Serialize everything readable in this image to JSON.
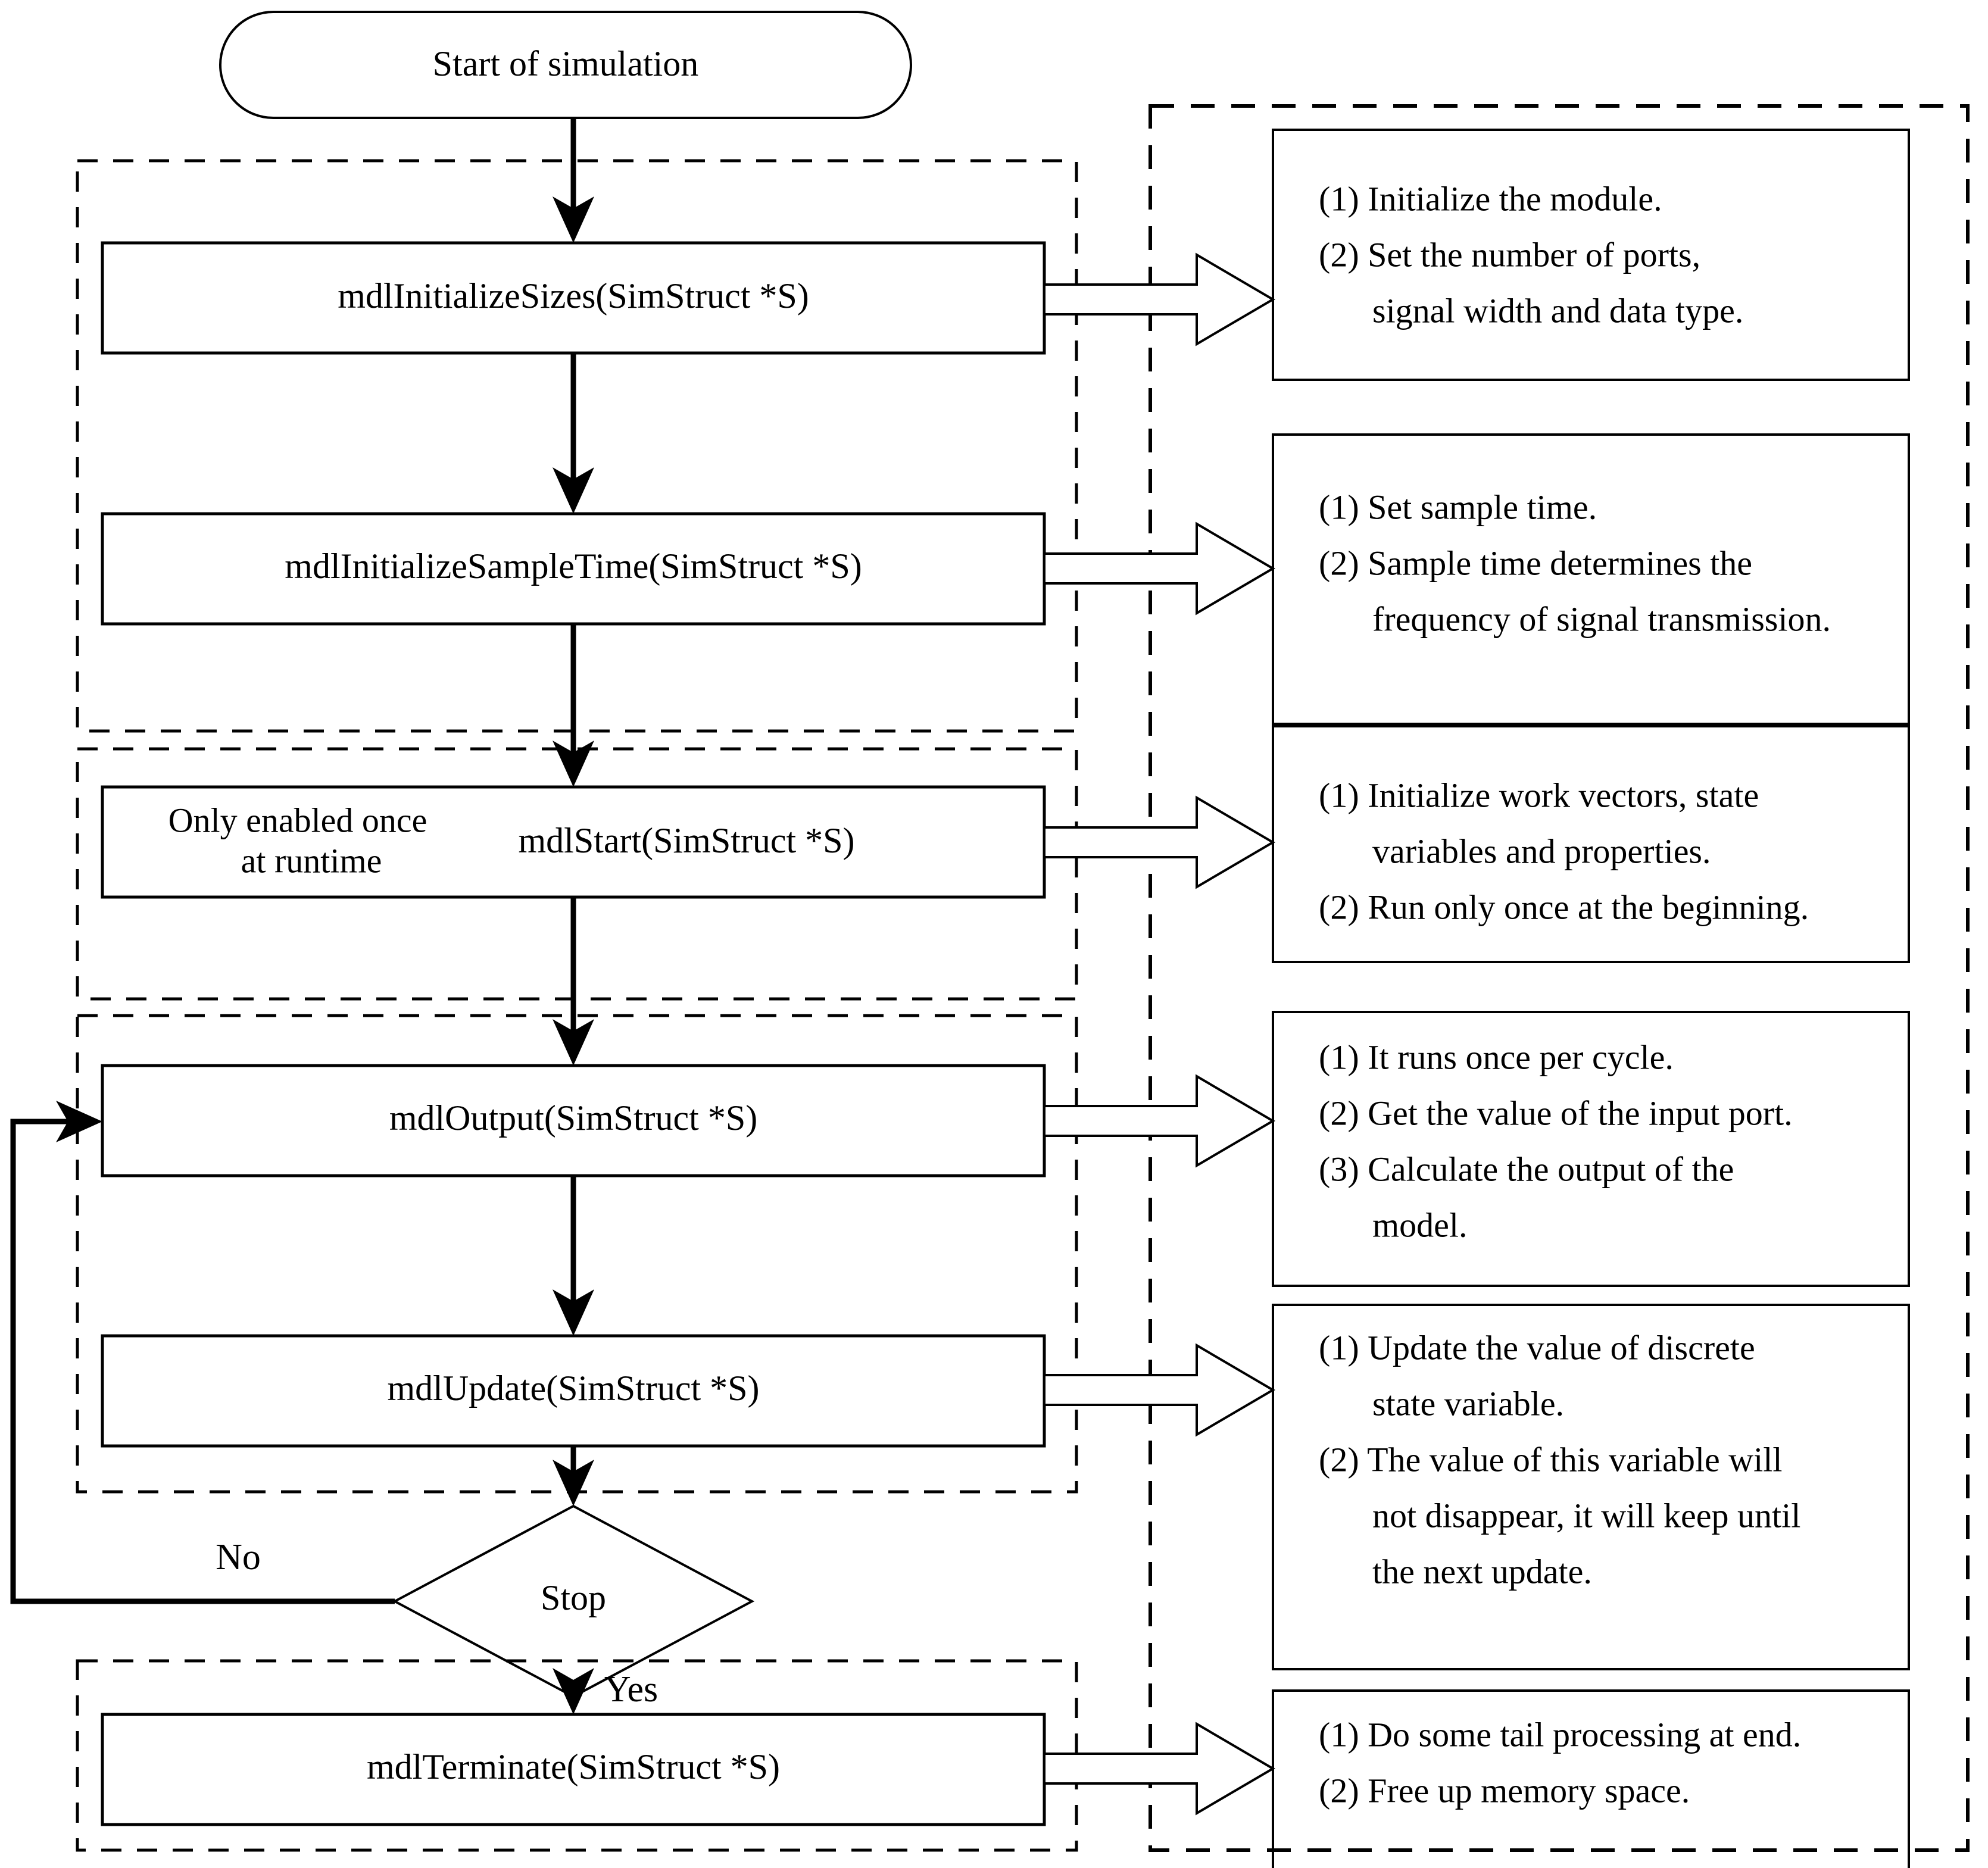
{
  "diagram": {
    "title": "S-Function simulation lifecycle flowchart",
    "colors": {
      "stroke": "#000000",
      "background": "#ffffff"
    },
    "start_node": {
      "label": "Start of simulation"
    },
    "process_nodes": [
      {
        "id": "init-sizes",
        "label": "mdlInitializeSizes(SimStruct *S)"
      },
      {
        "id": "init-sample-time",
        "label": "mdlInitializeSampleTime(SimStruct *S)"
      },
      {
        "id": "start",
        "label": "mdlStart(SimStruct *S)",
        "side_note_line1": "Only enabled once",
        "side_note_line2": "at runtime"
      },
      {
        "id": "output",
        "label": "mdlOutput(SimStruct *S)"
      },
      {
        "id": "update",
        "label": "mdlUpdate(SimStruct *S)"
      },
      {
        "id": "terminate",
        "label": "mdlTerminate(SimStruct *S)"
      }
    ],
    "decision_node": {
      "label": "Stop",
      "branch_no": "No",
      "branch_yes": "Yes"
    },
    "annotations": [
      {
        "id": "note-init-sizes",
        "lines": [
          "(1) Initialize the module.",
          "(2) Set the number of ports,",
          "signal width and data type."
        ],
        "indents": [
          0,
          0,
          1
        ]
      },
      {
        "id": "note-init-sample-time",
        "lines": [
          "(1) Set sample time.",
          "(2) Sample time determines the",
          "frequency of signal transmission."
        ],
        "indents": [
          0,
          0,
          1
        ]
      },
      {
        "id": "note-start",
        "lines": [
          "(1) Initialize work vectors, state",
          "variables and properties.",
          "(2) Run only once at the beginning."
        ],
        "indents": [
          0,
          1,
          0
        ]
      },
      {
        "id": "note-output",
        "lines": [
          "(1) It runs once per cycle.",
          "(2) Get the value of the input port.",
          "(3) Calculate the output of the",
          "model."
        ],
        "indents": [
          0,
          0,
          0,
          1
        ]
      },
      {
        "id": "note-update",
        "lines": [
          "(1) Update the value of discrete",
          "state variable.",
          "(2) The value of this variable will",
          "not disappear, it will keep until",
          "the next update."
        ],
        "indents": [
          0,
          1,
          0,
          1,
          1
        ]
      },
      {
        "id": "note-terminate",
        "lines": [
          "(1) Do some tail processing at end.",
          "(2) Free up memory space."
        ],
        "indents": [
          0,
          0
        ]
      }
    ]
  }
}
